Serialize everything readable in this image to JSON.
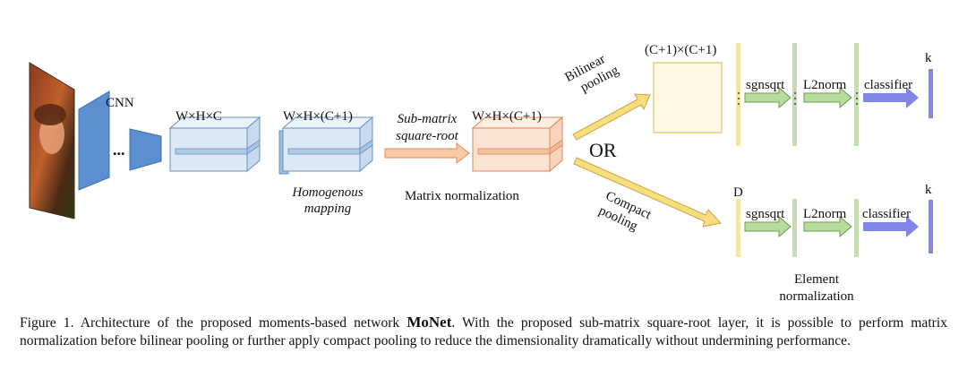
{
  "figure": {
    "cnn_label": "CNN",
    "ellipsis": "...",
    "feat_dim": "W×H×C",
    "homog_dim": "W×H×(C+1)",
    "homog_caption_1": "Homogenous",
    "homog_caption_2": "mapping",
    "sqrt_caption_1": "Sub-matrix",
    "sqrt_caption_2": "square-root",
    "norm_dim": "W×H×(C+1)",
    "matrix_norm_label": "Matrix normalization",
    "bilinear_label_1": "Bilinear",
    "bilinear_label_2": "pooling",
    "or_label": "OR",
    "compact_label_1": "Compact",
    "compact_label_2": "pooling",
    "bilinear_dim": "(C+1)×(C+1)",
    "compact_dim": "D",
    "top_branch": {
      "sgnsqrt": "sgnsqrt",
      "l2norm": "L2norm",
      "classifier": "classifier",
      "k": "k"
    },
    "bottom_branch": {
      "sgnsqrt": "sgnsqrt",
      "l2norm": "L2norm",
      "classifier": "classifier",
      "k": "k"
    },
    "element_norm_1": "Element",
    "element_norm_2": "normalization"
  },
  "caption": {
    "prefix": "Figure 1. Architecture of the proposed moments-based network ",
    "name": "MoNet",
    "suffix": ". With the proposed sub-matrix square-root layer, it is possible to perform matrix normalization before bilinear pooling or further apply compact pooling to reduce the dimensionality dramatically without undermining performance."
  },
  "colors": {
    "cnn_blue": "#5b8fd0",
    "box_blue": "#dbe8f6",
    "box_orange": "#fbe3d3",
    "arrow_orange": "#f8c8a8",
    "arrow_yellow": "#f7dd7e",
    "matrix_fill": "#fff8e4",
    "bar_yellow": "#f4e7a4",
    "bar_green": "#c6ddb0",
    "arrow_green": "#b7dc9e",
    "arrow_purple": "#7f86e6",
    "bar_purple": "#8088e8"
  }
}
